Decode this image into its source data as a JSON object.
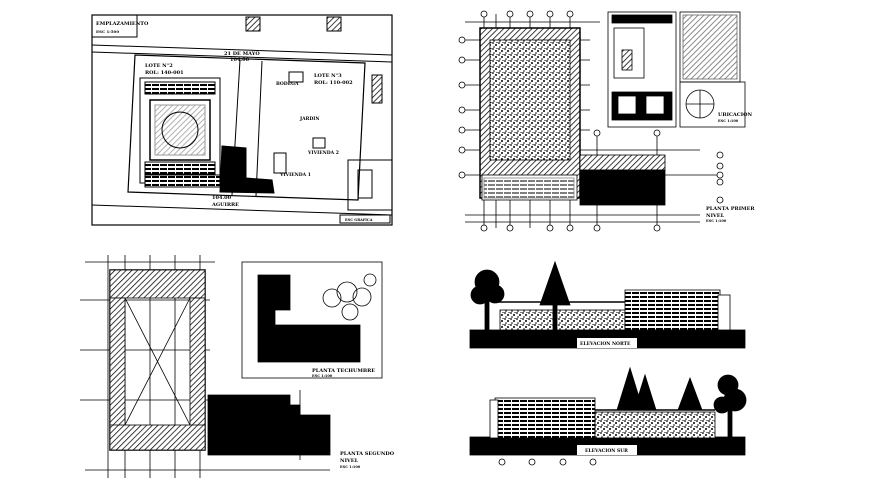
{
  "colors": {
    "ink": "#000000",
    "paper": "#ffffff"
  },
  "site_plan": {
    "title": "EMPLAZAMIENTO",
    "scale": "ESC 1:500",
    "street_top": "21 DE MAYO",
    "street_top_dim": "104.00",
    "street_bottom_dim": "104.00",
    "street_bottom": "AGUIRRE",
    "lot_left": "LOTE N°2",
    "lot_left_rol": "ROL: 140-001",
    "lot_right": "LOTE N°3",
    "lot_right_rol": "ROL: 110-002",
    "label_building_1": "VIVIENDA 1",
    "label_building_2": "VIVIENDA 2",
    "label_garden": "JARDIN",
    "label_shed": "BODEGA",
    "scale_bar": "ESC GRAFICA"
  },
  "first_floor": {
    "title": "PLANTA PRIMER",
    "title2": "NIVEL",
    "scale": "ESC 1:100",
    "location_title": "UBICACION",
    "location_scale": "ESC 1:100"
  },
  "second_floor": {
    "title": "PLANTA SEGUNDO",
    "title2": "NIVEL",
    "scale": "ESC 1:100"
  },
  "roof_plan": {
    "title": "PLANTA TECHUMBRE",
    "scale": "ESC 1:100"
  },
  "elevation_north": {
    "title": "ELEVACION NORTE"
  },
  "elevation_south": {
    "title": "ELEVACION SUR"
  }
}
